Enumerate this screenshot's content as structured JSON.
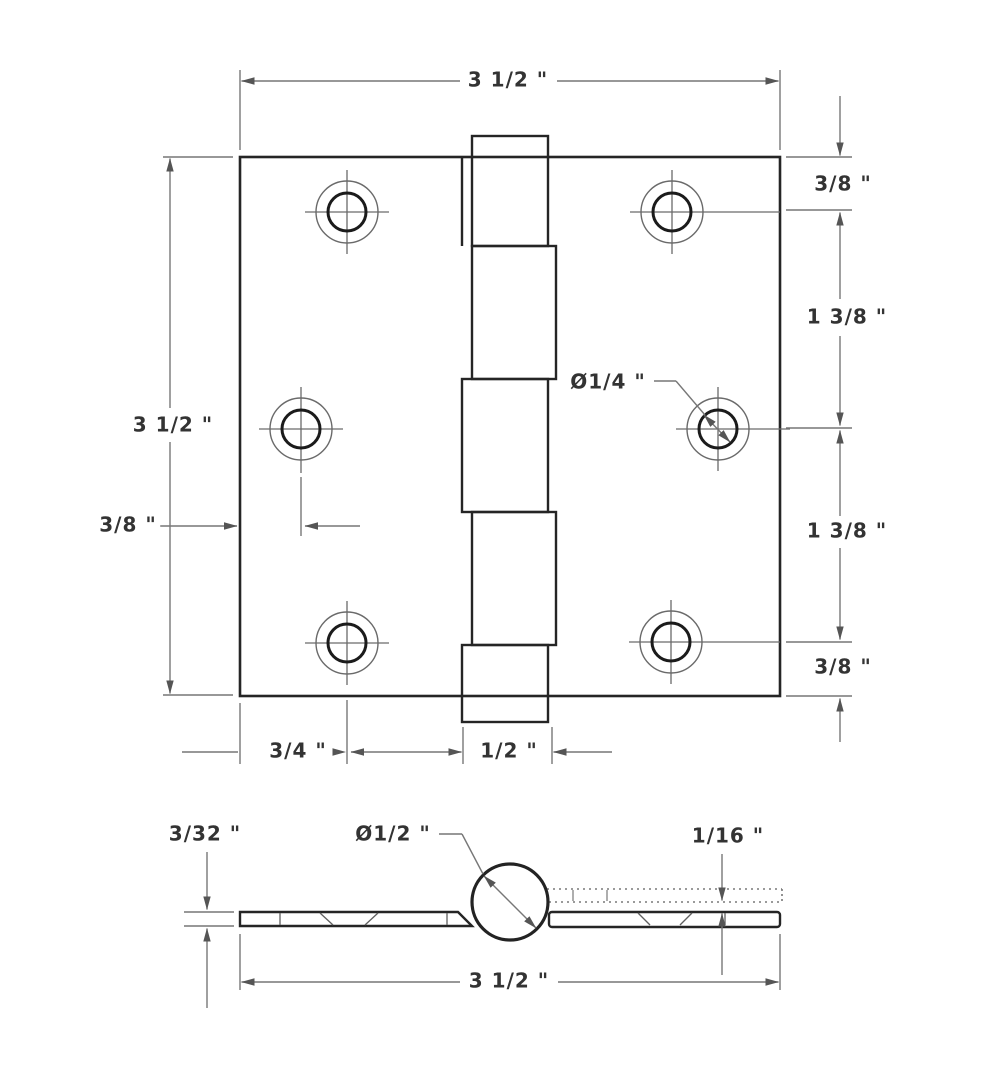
{
  "page": {
    "background": "#ffffff"
  },
  "drawing": {
    "type": "technical-drawing",
    "subject": "square-corner door hinge, front and side views with dimensions",
    "colors": {
      "object_line": "#252525",
      "dimension_line": "#777777",
      "arrow": "#555555",
      "label_text": "#333333"
    },
    "front_view": {
      "labels": {
        "overall_width": "3 1/2 \"",
        "overall_height": "3 1/2 \"",
        "edge_to_middle_hole": "3/8 \"",
        "top_edge_to_top_hole": "3/8 \"",
        "top_hole_to_middle_hole": "1 3/8 \"",
        "middle_hole_to_bottom_hole": "1 3/8 \"",
        "bottom_hole_to_bottom_edge": "3/8 \"",
        "screw_hole_diameter": "Ø1/4 \"",
        "edge_to_outer_hole_column": "3/4 \"",
        "barrel_width": "1/2 \""
      }
    },
    "side_view": {
      "labels": {
        "leaf_thickness": "3/32 \"",
        "barrel_diameter": "Ø1/2 \"",
        "leaf_offset": "1/16 \"",
        "overall_width": "3 1/2 \""
      }
    }
  }
}
